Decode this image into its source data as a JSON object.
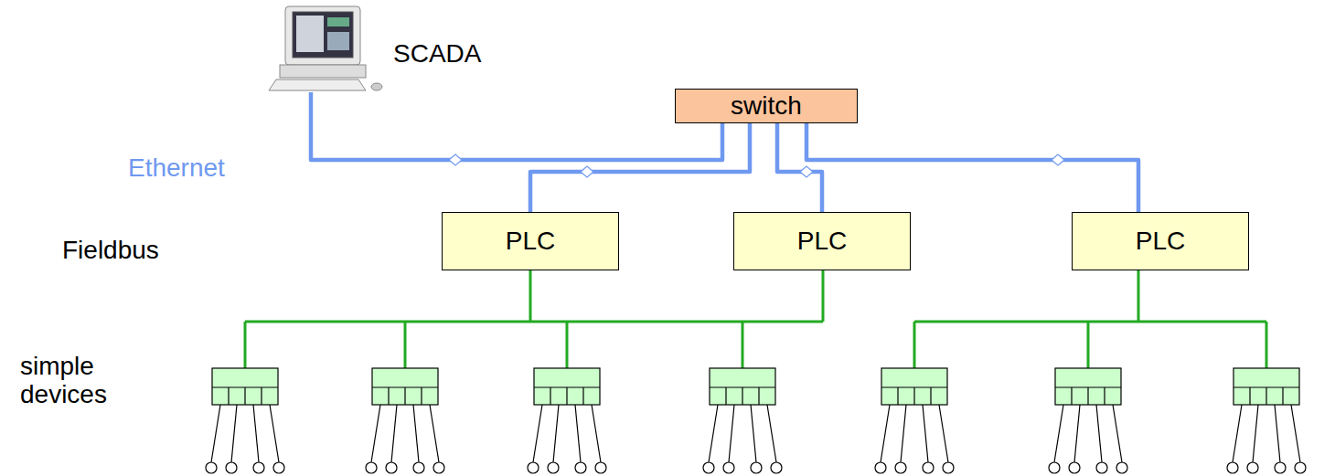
{
  "diagram": {
    "nodes": [
      {
        "text": [
          "SCADA"
        ]
      },
      {
        "text": [
          "switch"
        ]
      },
      {
        "text": [
          "PLC"
        ]
      },
      {
        "text": [
          "PLC"
        ]
      },
      {
        "text": [
          "PLC"
        ]
      }
    ],
    "edges": [
      {
        "from": 0,
        "to": 1,
        "arrow": "none"
      },
      {
        "from": 1,
        "to": 2,
        "arrow": "none"
      },
      {
        "from": 1,
        "to": 3,
        "arrow": "none"
      },
      {
        "from": 1,
        "to": 4,
        "arrow": "none"
      }
    ],
    "labels": [
      "Ethernet",
      "Fieldbus",
      "simple devices"
    ]
  }
}
